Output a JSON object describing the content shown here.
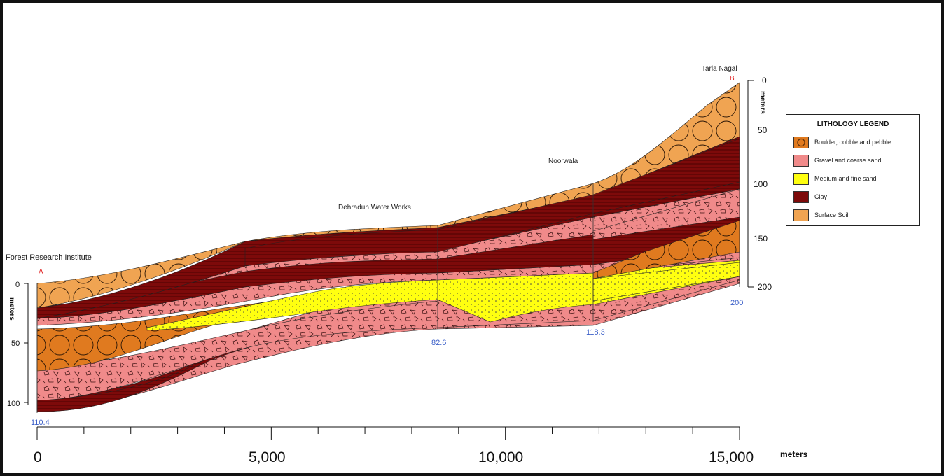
{
  "section": {
    "top_locations": [
      {
        "name": "Forest Research Institute",
        "marker": "A"
      },
      {
        "name": "Dehradun Water Works",
        "marker": ""
      },
      {
        "name": "Noorwala",
        "marker": ""
      },
      {
        "name": "Tarla Nagal",
        "marker": "B"
      }
    ],
    "bore_depths": [
      "110.4",
      "82.6",
      "118.3",
      "200"
    ],
    "x_axis": {
      "ticks": [
        "0",
        "5,000",
        "10,000",
        "15,000"
      ],
      "unit": "meters",
      "range": [
        0,
        15000
      ]
    },
    "left_depth_axis": {
      "ticks": [
        "0",
        "50",
        "100"
      ],
      "unit": "meters"
    },
    "right_depth_axis": {
      "ticks": [
        "0",
        "50",
        "100",
        "150",
        "200"
      ],
      "unit": "meters"
    }
  },
  "legend": {
    "title": "LITHOLOGY LEGEND",
    "items": [
      {
        "label": "Boulder, cobble and pebble",
        "color": "#e07a1f"
      },
      {
        "label": "Gravel and coarse sand",
        "color": "#f08a8a"
      },
      {
        "label": "Medium and fine  sand",
        "color": "#ffff10"
      },
      {
        "label": "Clay",
        "color": "#7d0a0a"
      },
      {
        "label": "Surface  Soil",
        "color": "#f0a452"
      }
    ]
  },
  "colors": {
    "boulder": "#e07a1f",
    "gravel": "#f08a8a",
    "sand": "#ffff10",
    "clay": "#7d0a0a",
    "soil": "#f0a452",
    "label_blue": "#3b5fc8",
    "marker_red": "#e02020"
  }
}
